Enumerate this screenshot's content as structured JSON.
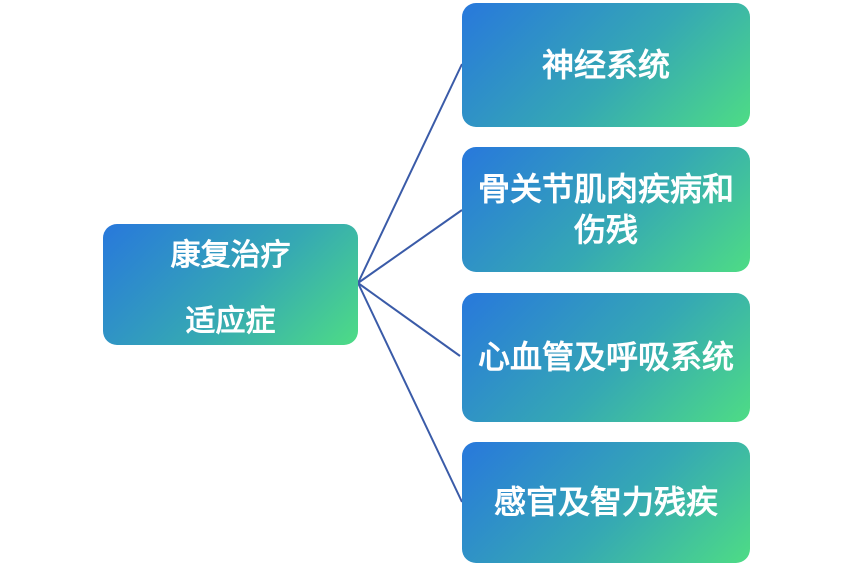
{
  "diagram": {
    "root": {
      "label_lines": [
        "康复治疗",
        "适应症"
      ],
      "label": "康复治疗 适应症"
    },
    "children": [
      {
        "label": "神经系统"
      },
      {
        "label": "骨关节肌肉疾病和伤残"
      },
      {
        "label": "心血管及呼吸系统"
      },
      {
        "label": "感官及智力残疾"
      }
    ],
    "colors": {
      "gradient_start": "#2878DC",
      "gradient_mid": "#35A8B4",
      "gradient_end": "#4EDC85",
      "connector": "#3A5BA8",
      "text": "#FFFFFF",
      "background": "#FFFFFF"
    }
  }
}
